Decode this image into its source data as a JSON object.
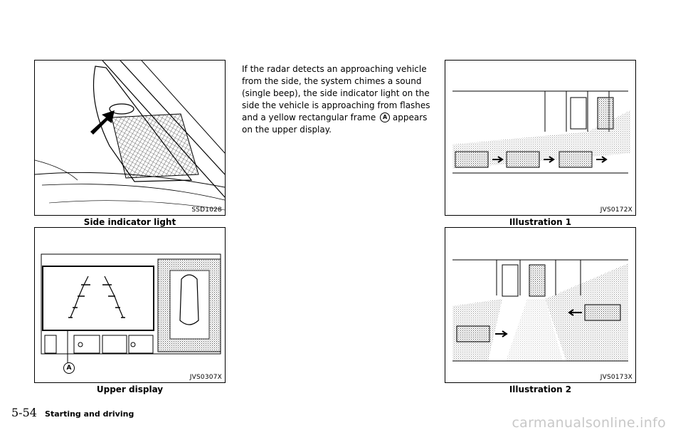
{
  "figures": {
    "side_indicator": {
      "code": "SSD1028",
      "caption": "Side indicator light"
    },
    "upper_display": {
      "code": "JVS0307X",
      "caption": "Upper display",
      "callout": "A"
    },
    "illustration1": {
      "code": "JVS0172X",
      "caption": "Illustration 1"
    },
    "illustration2": {
      "code": "JVS0173X",
      "caption": "Illustration 2"
    }
  },
  "body": {
    "text_before": "If the radar detects an approaching vehicle from the side, the system chimes a sound (single beep), the side indicator light on the side the vehicle is approaching from flashes and a yellow rectangular frame",
    "callout": "A",
    "text_after": "appears on the upper display."
  },
  "footer": {
    "page_number": "5-54",
    "section_title": "Starting and driving"
  },
  "watermark": "carmanualsonline.info"
}
